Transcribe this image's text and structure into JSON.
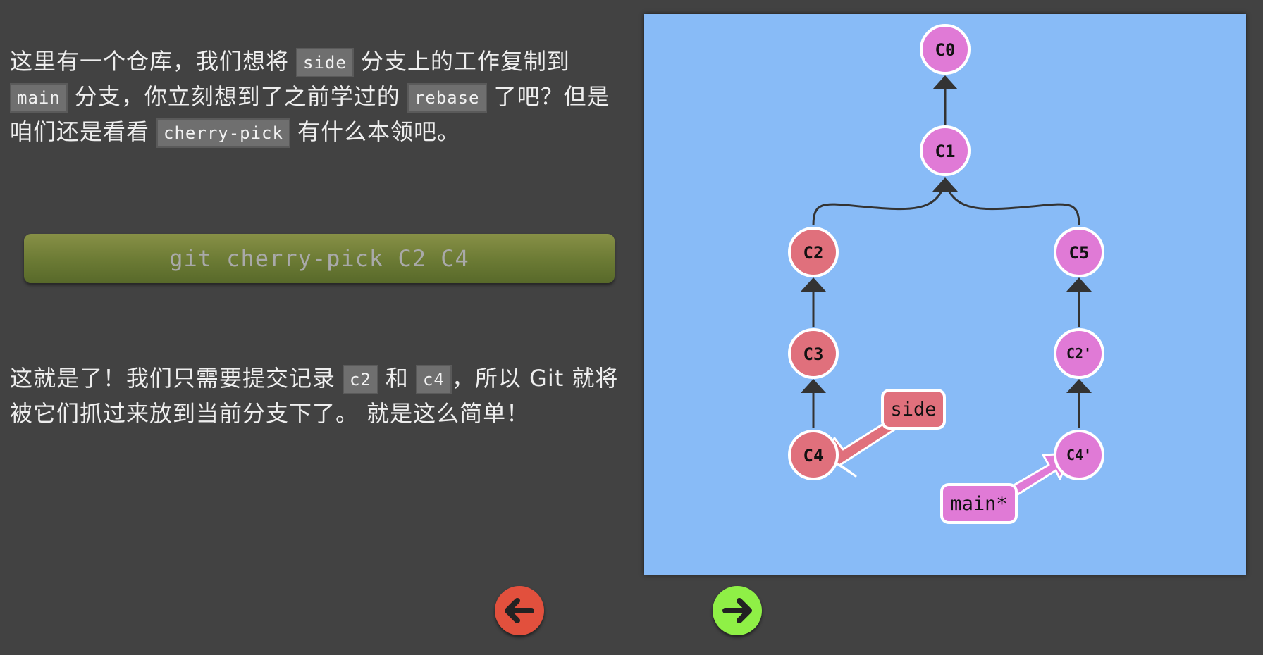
{
  "intro": {
    "t1": "这里有一个仓库，我们想将",
    "code_side": "side",
    "t2": "分支上的工作复制到",
    "code_main": "main",
    "t3": "分支，你立刻想到了之前学过的",
    "code_rebase": "rebase",
    "t4": "了吧？但是咱们还是看看",
    "code_cherry": "cherry-pick",
    "t5": "有什么本领吧。"
  },
  "command": "git cherry-pick C2 C4",
  "outro": {
    "t1": "这就是了！我们只需要提交记录",
    "code_c2": "c2",
    "t2": "和",
    "code_c4": "c4",
    "t3": "，所以 Git 就将被它们抓过来放到当前分支下了。 就是这么简单！"
  },
  "graph": {
    "commits": [
      "C0",
      "C1",
      "C2",
      "C3",
      "C4",
      "C5",
      "C2'",
      "C4'"
    ],
    "branches": [
      "side",
      "main*"
    ]
  },
  "colors": {
    "background": "#424242",
    "viz_background": "#88bbf7",
    "commit_side": "#e0707c",
    "commit_main": "#e07ad6",
    "nav_prev": "#e2503d",
    "nav_next": "#8ff046"
  },
  "icons": {
    "prev": "arrow-left-icon",
    "next": "arrow-right-icon"
  }
}
